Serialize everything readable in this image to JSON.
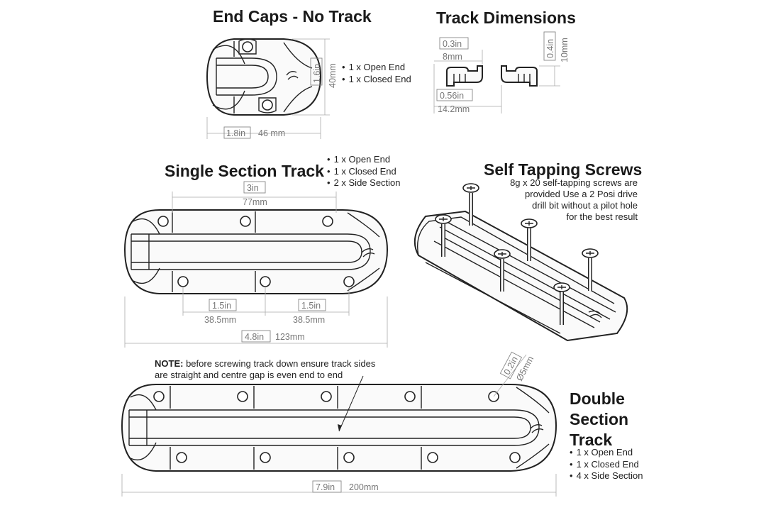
{
  "titles": {
    "end_caps": "End Caps - No Track",
    "track_dimensions": "Track Dimensions",
    "single_section": "Single Section Track",
    "self_tapping": "Self Tapping Screws",
    "double_line1": "Double",
    "double_line2": "Section",
    "double_line3": "Track"
  },
  "end_caps": {
    "items": [
      "1 x Open End",
      "1 x Closed End"
    ],
    "height_in": "1.6in",
    "height_mm": "40mm",
    "width_in": "1.8in",
    "width_mm": "46 mm"
  },
  "track_dimensions": {
    "top_in": "0.3in",
    "top_mm": "8mm",
    "height_in": "0.4in",
    "height_mm": "10mm",
    "bottom_in": "0.56in",
    "bottom_mm": "14.2mm"
  },
  "single_section": {
    "items": [
      "1 x Open End",
      "1 x Closed End",
      "2 x Side Section"
    ],
    "top_in": "3in",
    "top_mm": "77mm",
    "left_in": "1.5in",
    "left_mm": "38.5mm",
    "right_in": "1.5in",
    "right_mm": "38.5mm",
    "total_in": "4.8in",
    "total_mm": "123mm"
  },
  "screws": {
    "line1": "8g x 20 self-tapping screws are",
    "line2": "provided Use a   2 Posi drive",
    "line3": "drill bit without a pilot hole",
    "line4": "for the best result"
  },
  "note": {
    "label": "NOTE:",
    "line1": " before screwing track down ensure track sides",
    "line2": "are straight and centre gap is even end to end"
  },
  "double_section": {
    "items": [
      "1 x Open End",
      "1 x Closed End",
      "4 x Side Section"
    ],
    "hole_in": "0.2in",
    "hole_mm": "Ø5mm",
    "total_in": "7.9in",
    "total_mm": "200mm"
  }
}
